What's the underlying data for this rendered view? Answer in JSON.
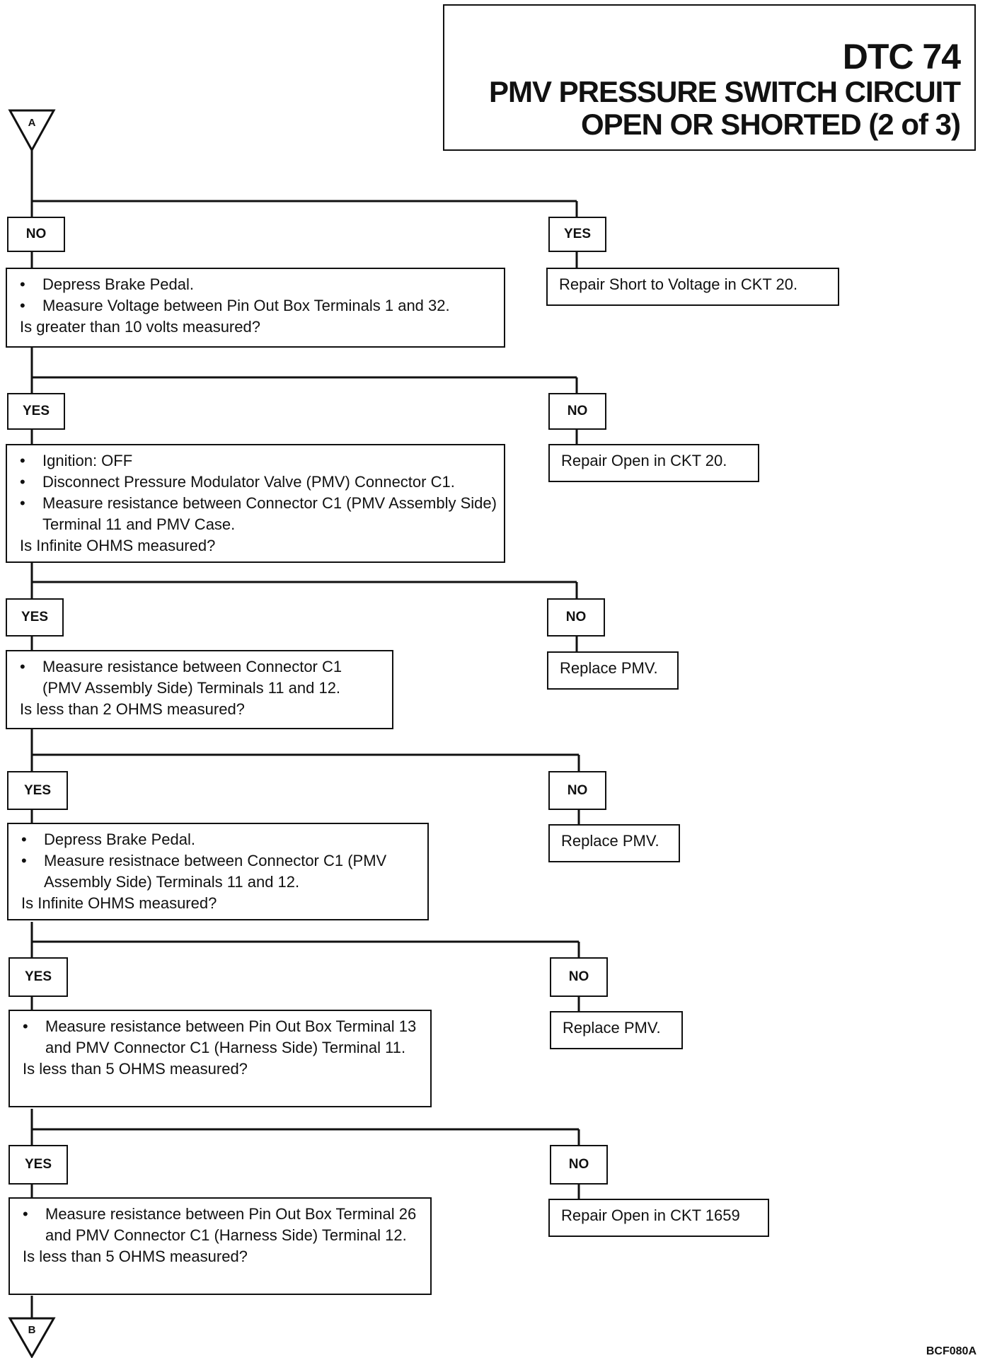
{
  "header": {
    "code": "DTC 74",
    "line1": "PMV PRESSURE SWITCH CIRCUIT",
    "line2": "OPEN OR SHORTED (2 of 3)"
  },
  "connectors": {
    "top": "A",
    "bottom": "B"
  },
  "flow": {
    "branch1": {
      "left_label": "NO",
      "right_label": "YES",
      "right_result": "Repair Short to Voltage in CKT 20."
    },
    "step1": {
      "bullets": [
        "Depress Brake Pedal.",
        "Measure Voltage between Pin Out Box Terminals 1 and 32."
      ],
      "question": "Is greater than 10 volts measured?"
    },
    "branch2": {
      "left_label": "YES",
      "right_label": "NO",
      "right_result": "Repair Open in CKT 20."
    },
    "step2": {
      "bullets": [
        "Ignition:  OFF",
        "Disconnect Pressure Modulator Valve (PMV) Connector C1.",
        "Measure resistance between Connector C1 (PMV Assembly Side) Terminal 11 and PMV Case."
      ],
      "question": "Is Infinite OHMS measured?"
    },
    "branch3": {
      "left_label": "YES",
      "right_label": "NO",
      "right_result": "Replace PMV."
    },
    "step3": {
      "bullets": [
        "Measure resistance between Connector C1 (PMV Assembly Side) Terminals 11 and 12."
      ],
      "question": "Is less than 2 OHMS measured?"
    },
    "branch4": {
      "left_label": "YES",
      "right_label": "NO",
      "right_result": "Replace PMV."
    },
    "step4": {
      "bullets": [
        "Depress Brake Pedal.",
        "Measure resistnace between Connector C1 (PMV Assembly Side) Terminals 11 and 12."
      ],
      "question": "Is Infinite OHMS measured?"
    },
    "branch5": {
      "left_label": "YES",
      "right_label": "NO",
      "right_result": "Replace PMV."
    },
    "step5": {
      "bullets": [
        "Measure resistance between Pin Out Box Terminal 13 and PMV Connector C1 (Harness Side) Terminal 11."
      ],
      "question": "Is less than 5 OHMS measured?"
    },
    "branch6": {
      "left_label": "YES",
      "right_label": "NO",
      "right_result": "Repair Open in CKT 1659"
    },
    "step6": {
      "bullets": [
        "Measure resistance between Pin Out Box Terminal 26 and PMV Connector C1 (Harness Side) Terminal 12."
      ],
      "question": "Is less than 5 OHMS measured?"
    }
  },
  "figure_id": "BCF080A"
}
